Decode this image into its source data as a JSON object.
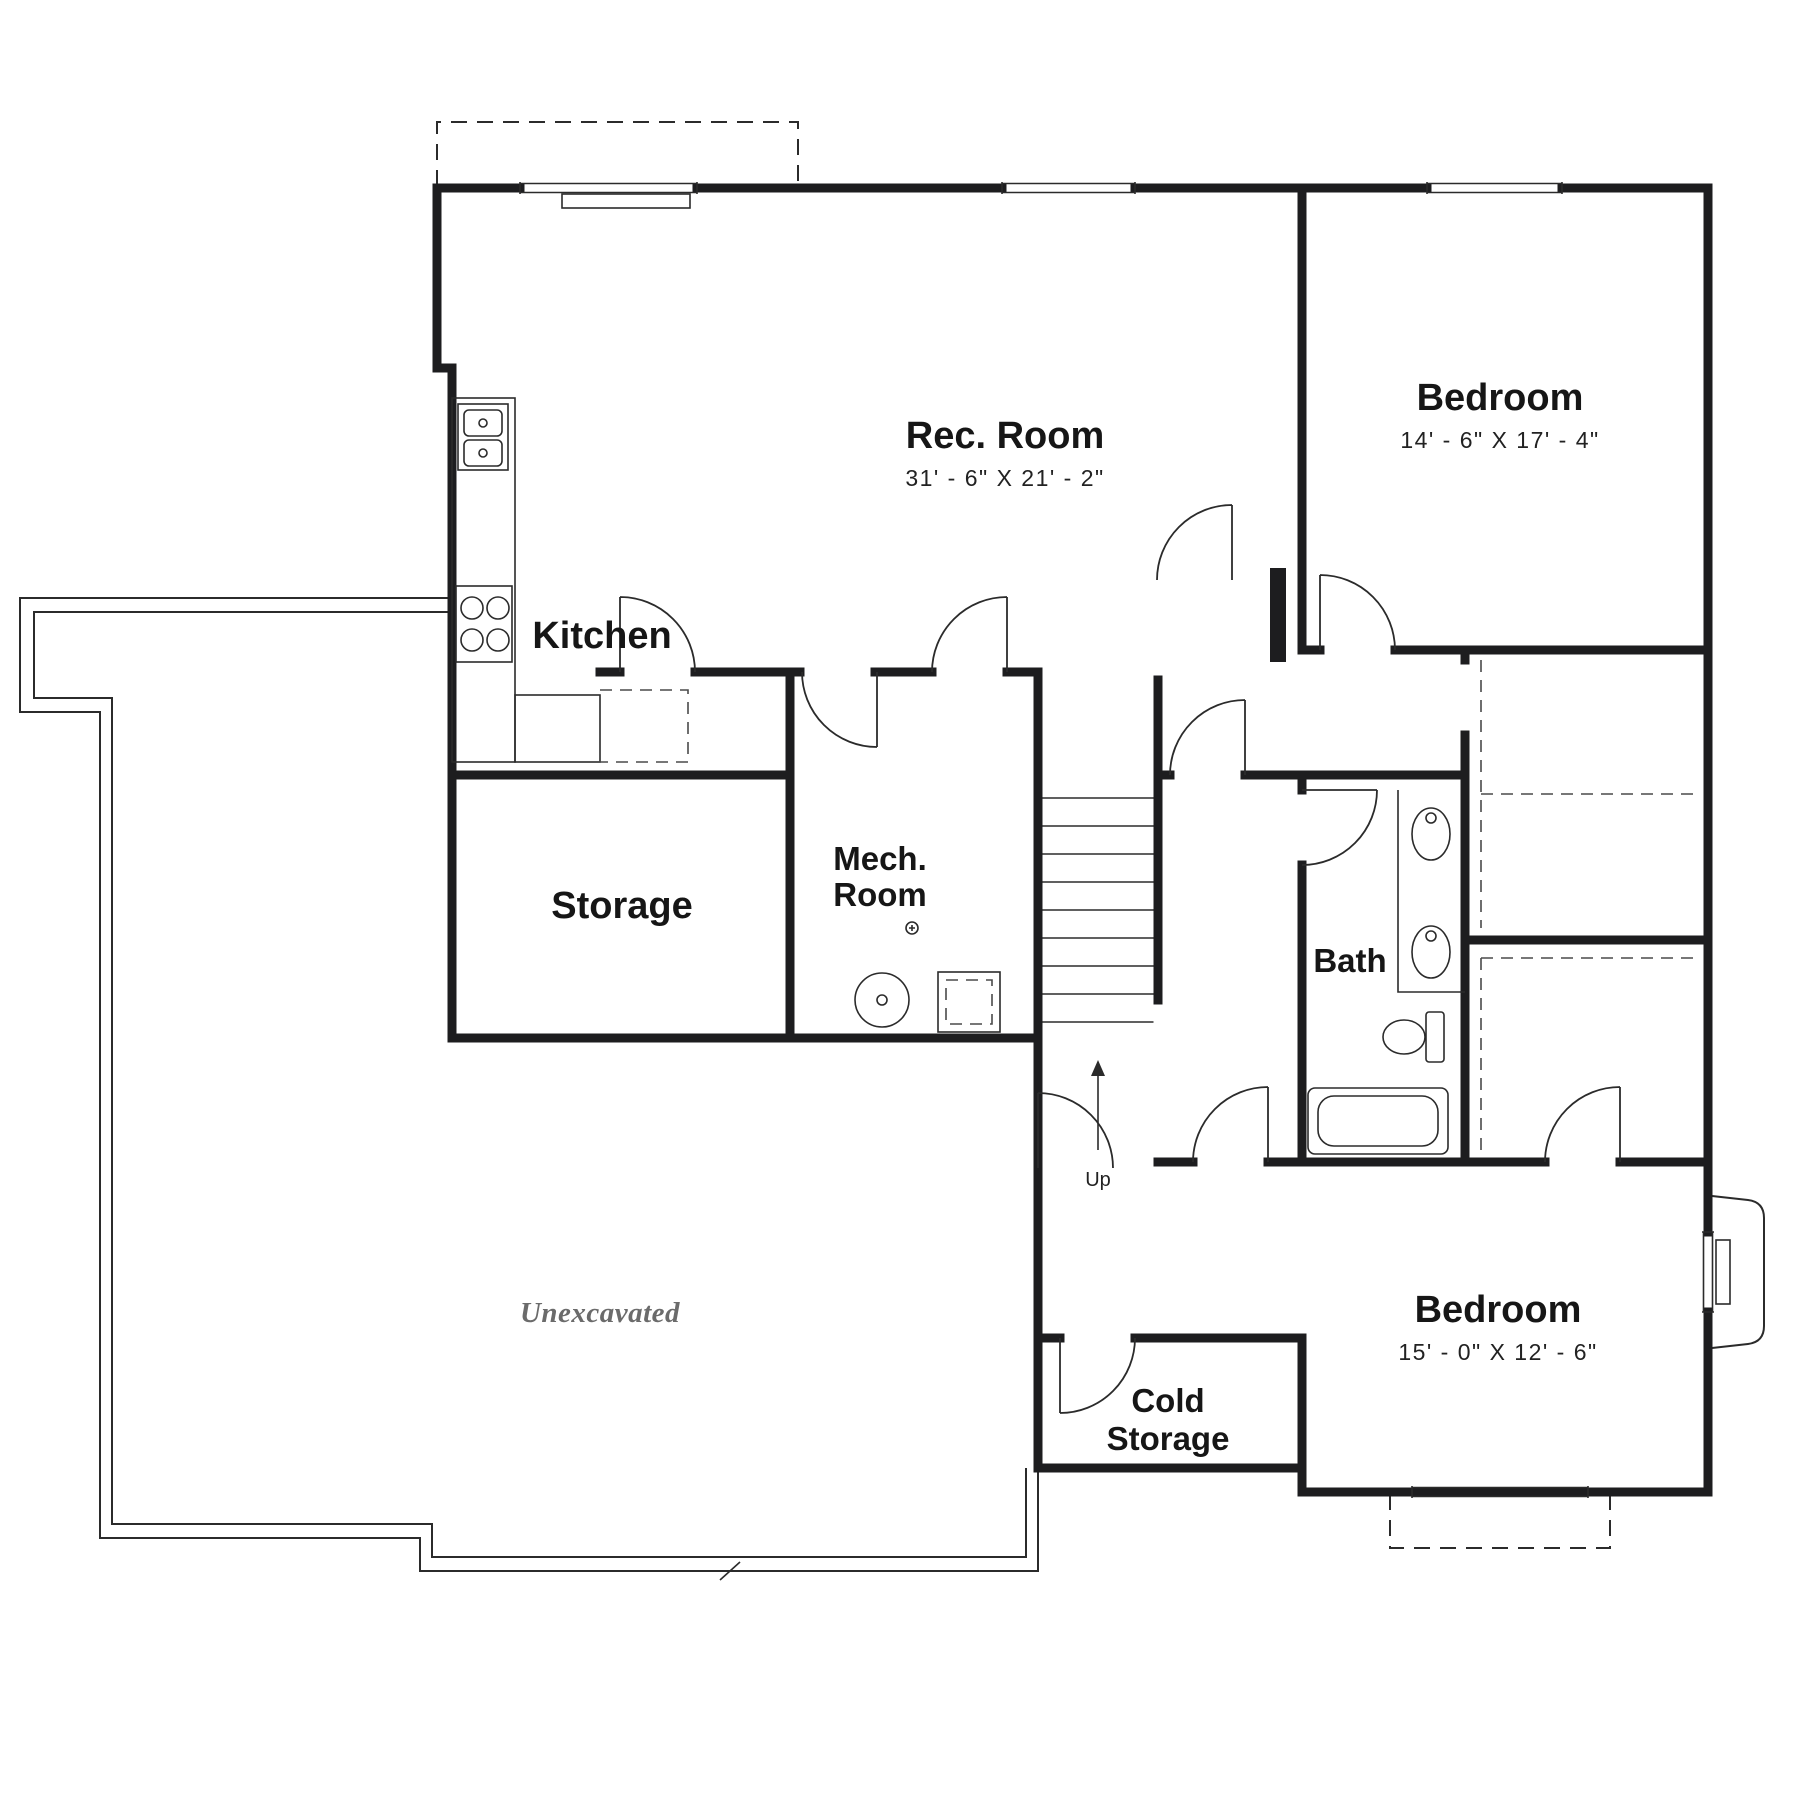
{
  "rooms": {
    "rec_room": {
      "label": "Rec. Room",
      "dimensions": "31' - 6\" X 21' - 2\""
    },
    "bedroom_top": {
      "label": "Bedroom",
      "dimensions": "14' - 6\" X 17' - 4\""
    },
    "bedroom_bottom": {
      "label": "Bedroom",
      "dimensions": "15' - 0\" X 12' - 6\""
    },
    "kitchen": {
      "label": "Kitchen"
    },
    "storage": {
      "label": "Storage"
    },
    "mech_room": {
      "label_line1": "Mech.",
      "label_line2": "Room"
    },
    "bath": {
      "label": "Bath"
    },
    "cold_storage": {
      "label_line1": "Cold",
      "label_line2": "Storage"
    },
    "unexcavated": {
      "label": "Unexcavated"
    },
    "stairs": {
      "label": "Up"
    }
  },
  "colors": {
    "wall": "#1d1d1f",
    "thin_line": "#2b2b2b",
    "label": "#161616",
    "unexcavated_label": "#6b6b6b",
    "background": "#ffffff"
  }
}
